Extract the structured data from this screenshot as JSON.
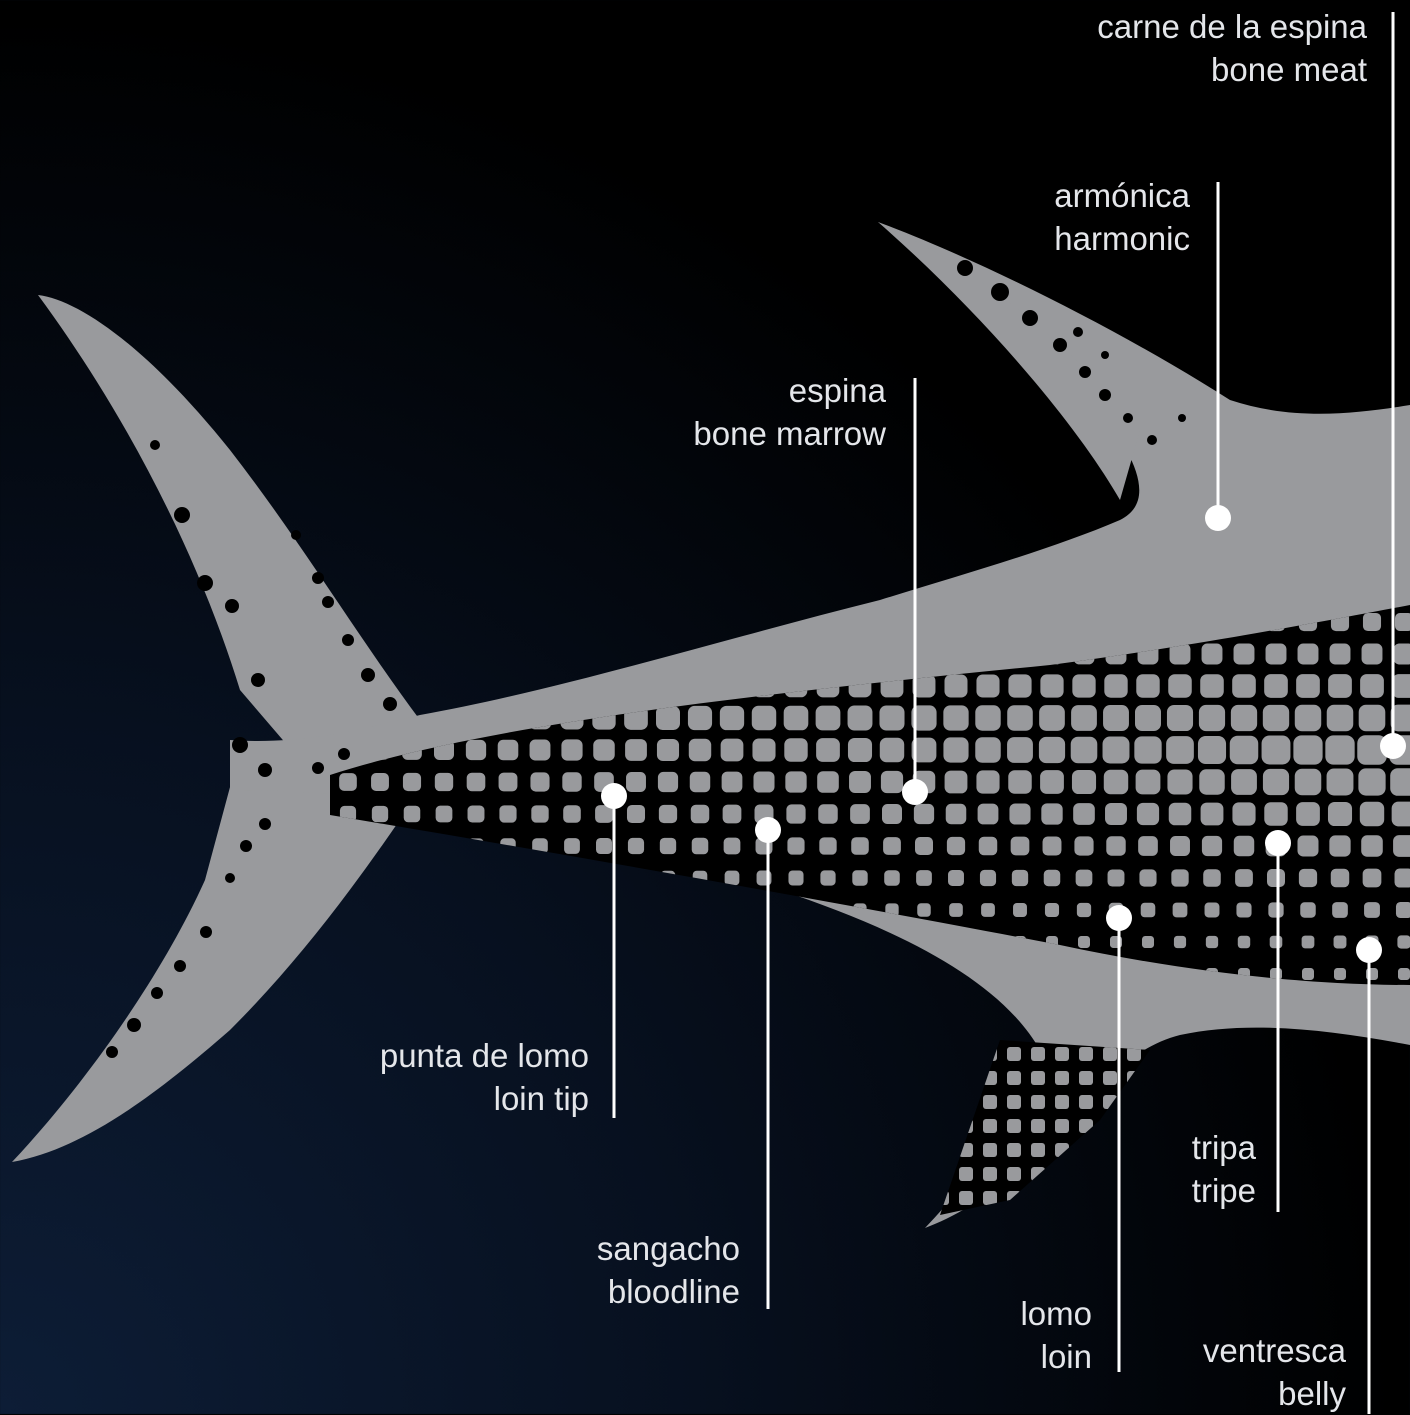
{
  "colors": {
    "fish_body": "#999a9d",
    "fish_dark": "#000000",
    "line": "#ffffff",
    "text": "#e4e6ea"
  },
  "labels": [
    {
      "id": "carne-de-la-espina",
      "es": "carne de la espina",
      "en": "bone meat"
    },
    {
      "id": "armonica",
      "es": "armónica",
      "en": "harmonic"
    },
    {
      "id": "espina",
      "es": "espina",
      "en": "bone marrow"
    },
    {
      "id": "punta-de-lomo",
      "es": "punta de lomo",
      "en": "loin tip"
    },
    {
      "id": "sangacho",
      "es": "sangacho",
      "en": "bloodline"
    },
    {
      "id": "lomo",
      "es": "lomo",
      "en": "loin"
    },
    {
      "id": "tripa",
      "es": "tripa",
      "en": "tripe"
    },
    {
      "id": "ventresca",
      "es": "ventresca",
      "en": "belly"
    }
  ]
}
